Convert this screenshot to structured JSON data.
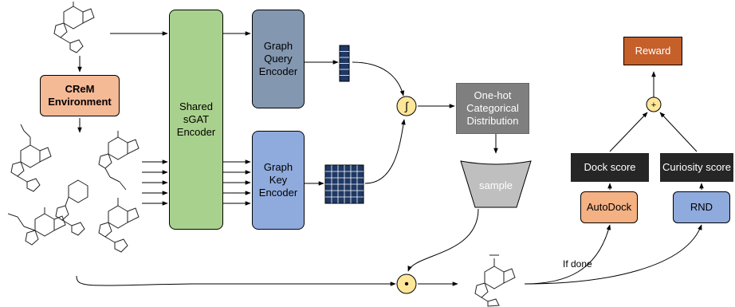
{
  "nodes": {
    "creem_environment": "CReM\nEnvironment",
    "shared_sgat_encoder": "Shared\nsGAT\nEncoder",
    "graph_query_encoder": "Graph\nQuery\nEncoder",
    "graph_key_encoder": "Graph\nKey\nEncoder",
    "one_hot_distribution": "One-hot\nCategorical\nDistribution",
    "sample": "sample",
    "reward": "Reward",
    "dock_score": "Dock score",
    "curiosity_score": "Curiosity score",
    "autodock": "AutoDock",
    "rnd": "RND"
  },
  "operators": {
    "softmax": "∫",
    "sum": "+",
    "select": "•"
  },
  "edge_labels": {
    "if_done": "If done"
  },
  "colors": {
    "creem_fill": "#f4b995",
    "sgat_fill": "#a9d18e",
    "query_fill": "#8497b0",
    "key_fill": "#8faadc",
    "distribution_fill": "#7f7f7f",
    "sample_fill": "#bfbfbf",
    "reward_fill": "#c5602b",
    "score_fill": "#262626",
    "autodock_fill": "#f4b183",
    "rnd_fill": "#8faadc",
    "operator_fill": "#ffe699",
    "vector_fill": "#1f3864"
  },
  "icons": [
    "molecule-icon"
  ]
}
